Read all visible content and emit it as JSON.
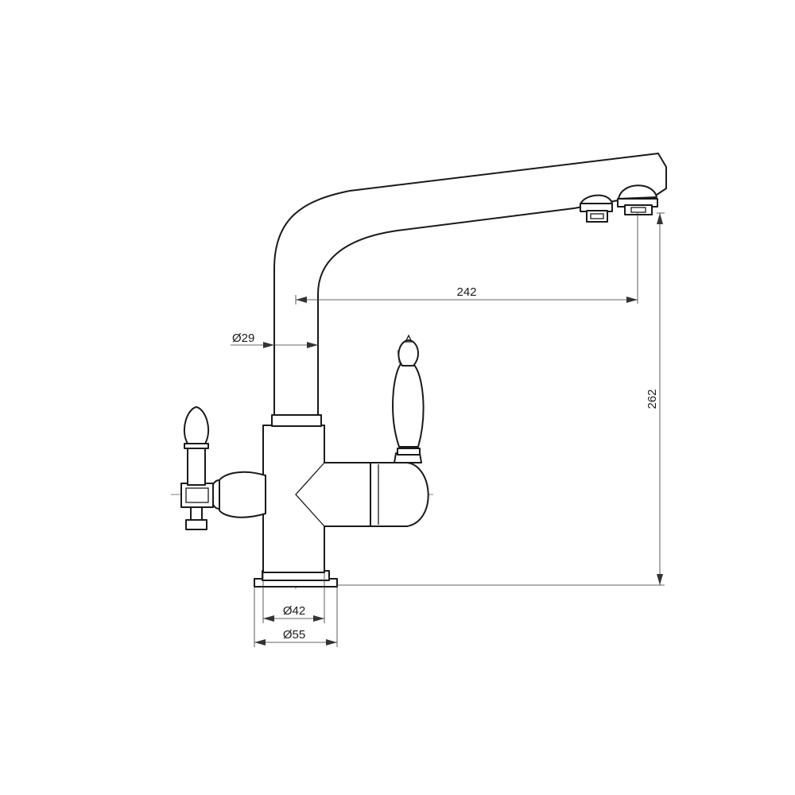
{
  "diagram": {
    "dimensions": {
      "spout_reach": "242",
      "total_height": "262",
      "spout_diameter": "Ø29",
      "body_diameter": "Ø42",
      "base_diameter": "Ø55"
    },
    "colors": {
      "line": "#1a1a1a",
      "dimension_line": "#333333",
      "background": "#ffffff"
    }
  }
}
